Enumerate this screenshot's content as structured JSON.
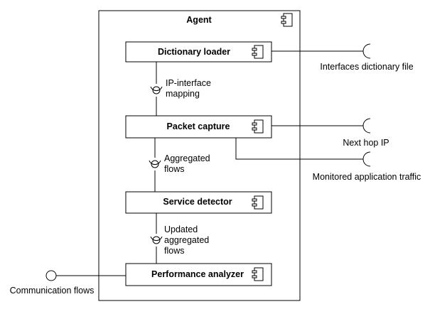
{
  "agent": {
    "title": "Agent"
  },
  "components": {
    "dictionary_loader": "Dictionary loader",
    "packet_capture": "Packet capture",
    "service_detector": "Service detector",
    "performance_analyzer": "Performance analyzer"
  },
  "internal_interfaces": {
    "ip_mapping": [
      "IP-interface",
      "mapping"
    ],
    "aggregated_flows": [
      "Aggregated",
      "flows"
    ],
    "updated_aggregated_flows": [
      "Updated",
      "aggregated",
      "flows"
    ]
  },
  "external_interfaces": {
    "interfaces_dictionary_file": "Interfaces dictionary file",
    "next_hop_ip": "Next hop IP",
    "monitored_application_traffic": "Monitored application traffic",
    "communication_flows": "Communication flows"
  }
}
